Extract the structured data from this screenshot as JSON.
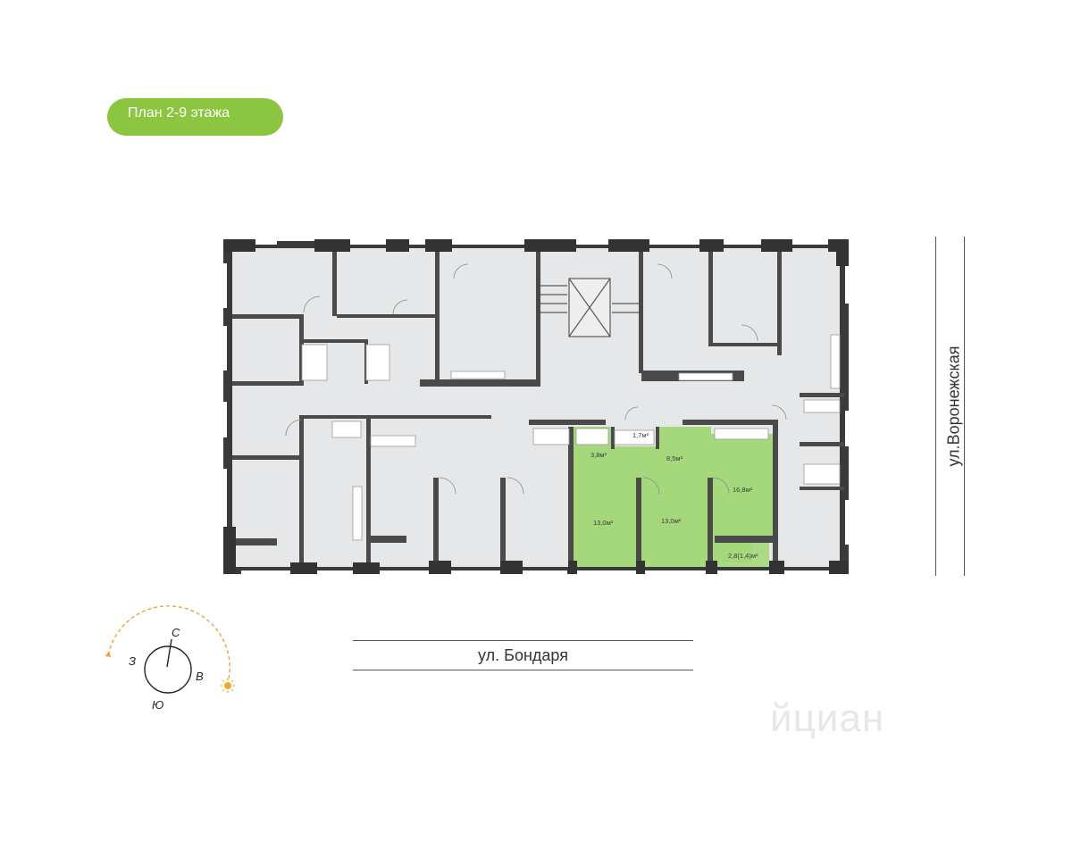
{
  "badge": {
    "label": "План 2-9 этажа"
  },
  "streets": {
    "bottom": "ул.  Бондаря",
    "right": "ул.Воронежская"
  },
  "compass": {
    "north": "С",
    "west": "З",
    "east": "В",
    "south": "Ю"
  },
  "rooms": {
    "bath_a": "3,8м²",
    "wc": "1,7м²",
    "hall": "8,5м²",
    "room_1": "13,0м²",
    "room_2": "13,0м²",
    "kitchen": "16,8м²",
    "loggia": "2,8(1,4)м²"
  },
  "highlight_color": "#a5d77b",
  "accent_color": "#8cc540",
  "watermark": "йциан"
}
